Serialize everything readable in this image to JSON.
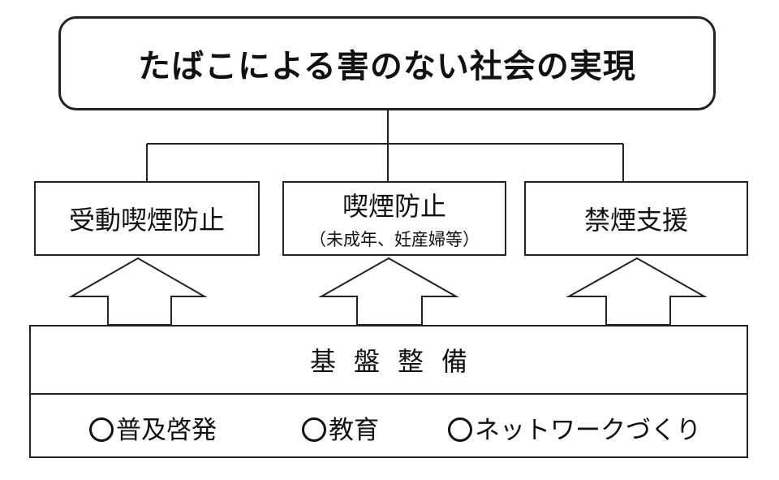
{
  "goal": {
    "title": "たばこによる害のない社会の実現"
  },
  "pillars": [
    {
      "label": "受動喫煙防止",
      "sub": ""
    },
    {
      "label": "喫煙防止",
      "sub": "（未成年、妊産婦等）"
    },
    {
      "label": "禁煙支援",
      "sub": ""
    }
  ],
  "foundation": {
    "title": "基盤整備",
    "items": [
      "普及啓発",
      "教育",
      "ネットワークづくり"
    ]
  }
}
